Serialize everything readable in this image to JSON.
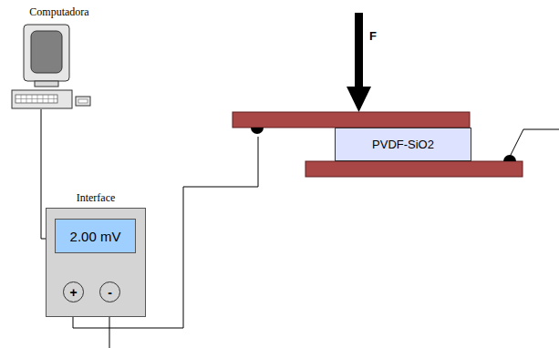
{
  "diagram": {
    "nodes": [
      {
        "text": [
          "Computadora"
        ]
      },
      {
        "text": [
          "Interface"
        ]
      },
      {
        "text": [
          "2.00 mV"
        ],
        "in": 1
      },
      {
        "text": [
          "+"
        ],
        "in": 1
      },
      {
        "text": [
          "-"
        ],
        "in": 1
      },
      {
        "text": [
          "PVDF-SiO2"
        ]
      }
    ],
    "edges": [
      {
        "from": 0,
        "to": 1,
        "arrow": "none"
      }
    ],
    "labels": [
      "F"
    ]
  }
}
